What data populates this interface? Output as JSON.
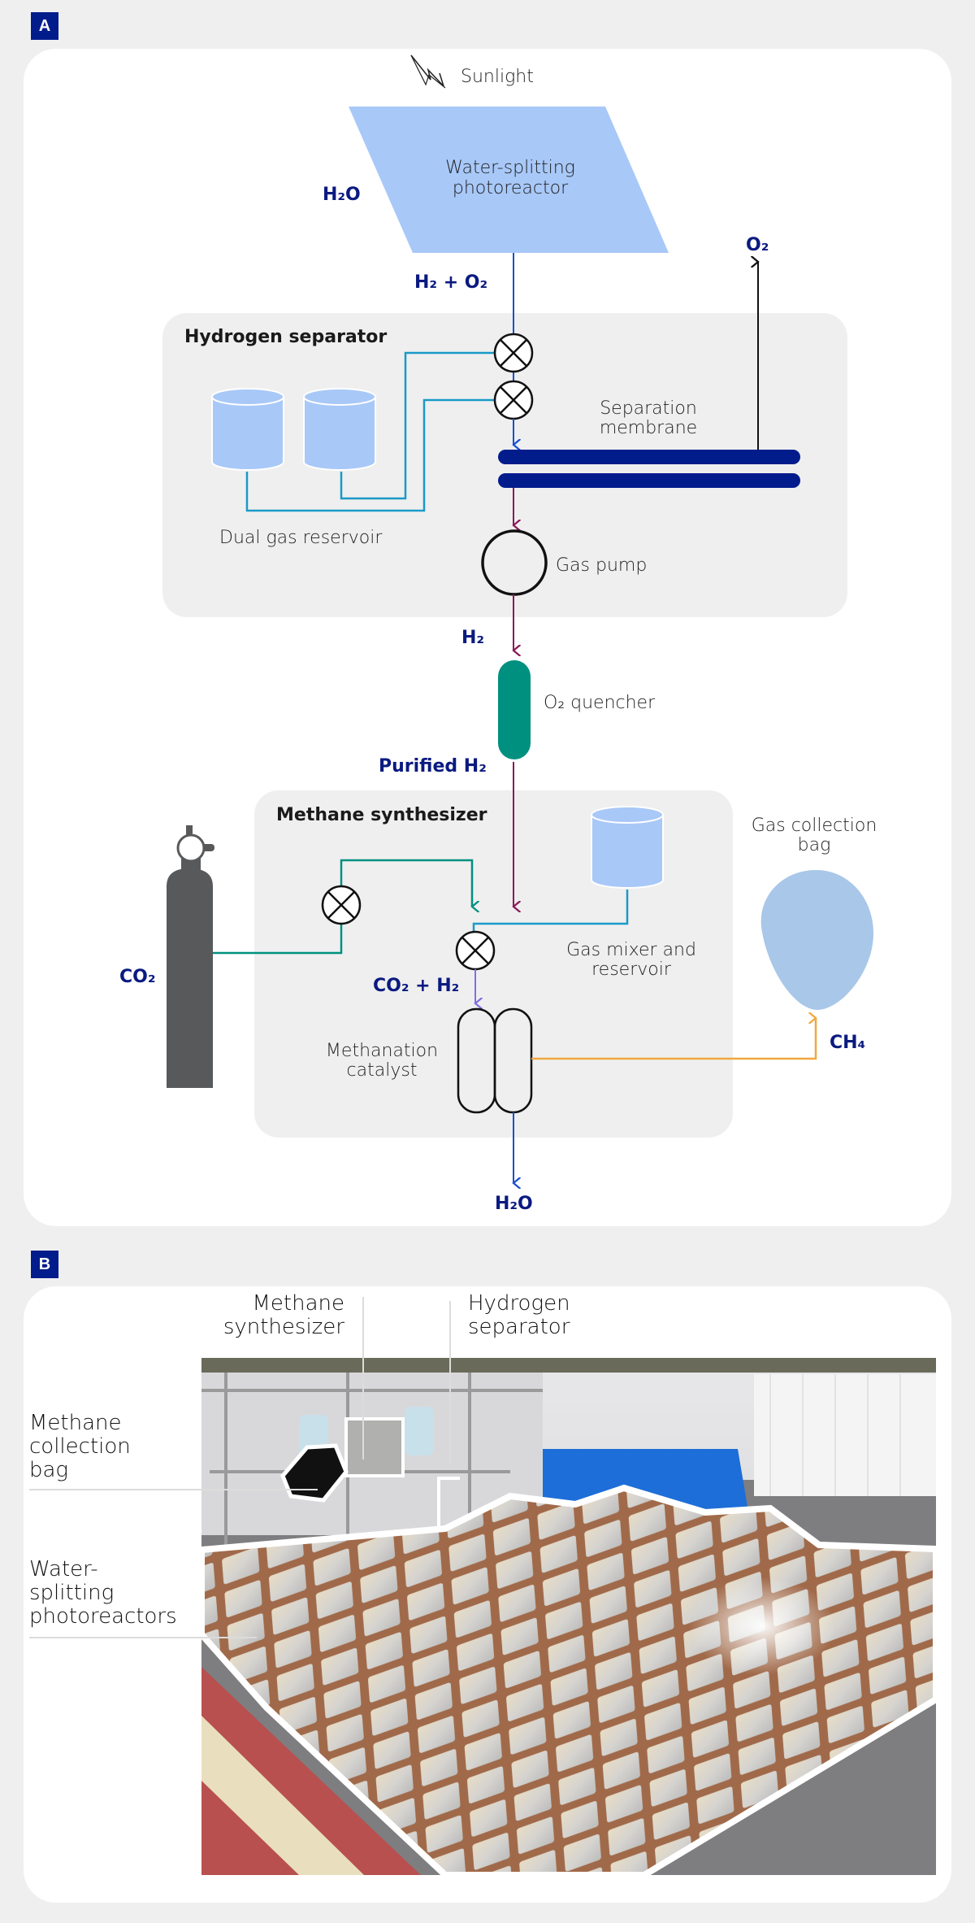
{
  "panels": {
    "a": {
      "badge": "A",
      "sunlight": "Sunlight",
      "photoreactor": [
        "Water-splitting",
        "photoreactor"
      ],
      "h2o_in": "H₂O",
      "h2_o2": "H₂ + O₂",
      "o2_out": "O₂",
      "hydrogen_separator": {
        "title": "Hydrogen separator",
        "membrane": [
          "Separation",
          "membrane"
        ],
        "reservoir": "Dual gas reservoir",
        "pump": "Gas pump"
      },
      "h2": "H₂",
      "quencher": "O₂ quencher",
      "purified_h2": "Purified H₂",
      "methane_synthesizer": {
        "title": "Methane synthesizer",
        "mixer": [
          "Gas mixer and",
          "reservoir"
        ],
        "catalyst": [
          "Methanation",
          "catalyst"
        ],
        "co2_h2": "CO₂ + H₂"
      },
      "co2": "CO₂",
      "bag": [
        "Gas collection",
        "bag"
      ],
      "ch4": "CH₄",
      "h2o_out": "H₂O"
    },
    "b": {
      "badge": "B",
      "labels": {
        "methane_synthesizer": [
          "Methane",
          "synthesizer"
        ],
        "hydrogen_separator": [
          "Hydrogen",
          "separator"
        ],
        "methane_bag": [
          "Methane",
          "collection",
          "bag"
        ],
        "photoreactors": [
          "Water-",
          "splitting",
          "photoreactors"
        ]
      }
    }
  },
  "colors": {
    "navy": "#031c8c",
    "light_blue": "#a8c8f8",
    "teal": "#009080",
    "cyan_line": "#1a9ac8",
    "magenta_line": "#8a1a5a",
    "blue_line": "#1a50d0",
    "orange_line": "#f0a840",
    "violet_line": "#8070e0",
    "gray_box": "#efefef",
    "cylinder_gray": "#58595b",
    "bag_blue": "#a9c7e8"
  }
}
